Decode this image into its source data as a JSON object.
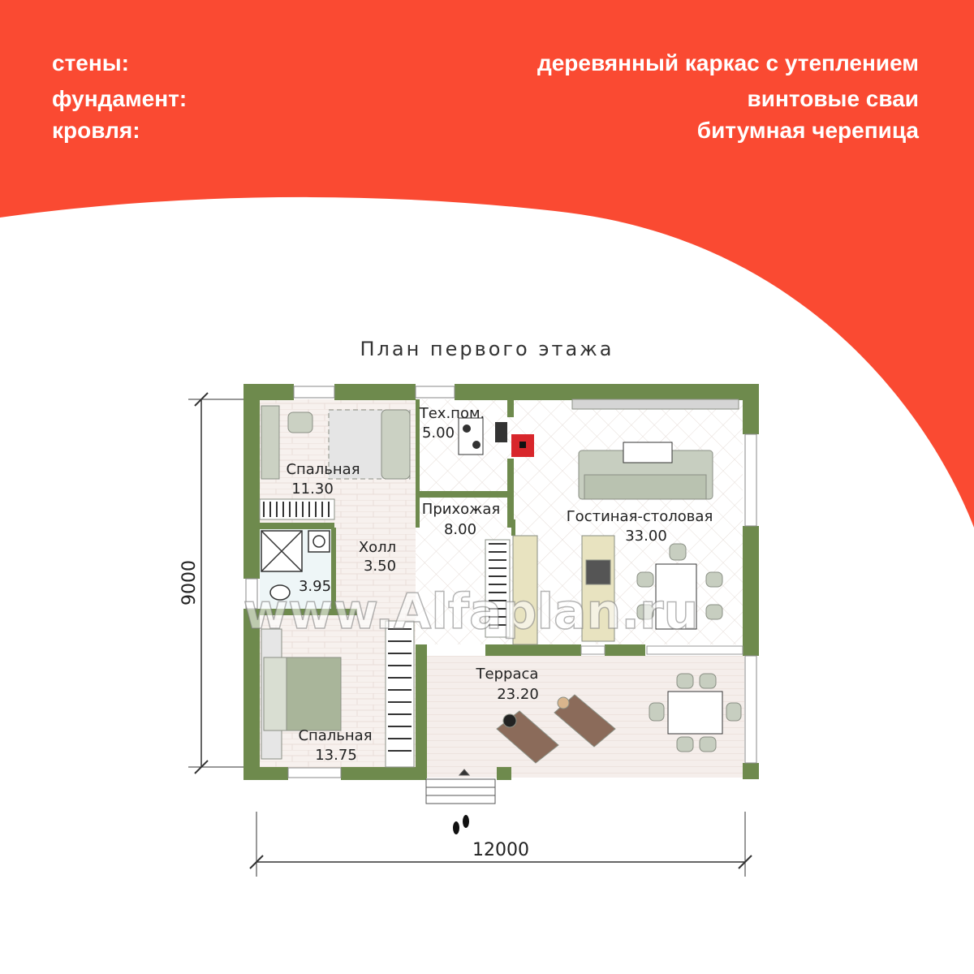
{
  "specs": {
    "walls_label": "стены:",
    "foundation_label": "фундамент:",
    "roof_label": "кровля:",
    "walls_value": "деревянный каркас с утеплением",
    "foundation_value": "винтовые сваи",
    "roof_value": "битумная черепица"
  },
  "colors": {
    "accent": "#FA4A32",
    "wall": "#6E8A4D",
    "floor_tile": "#EDE6E2",
    "furniture": "#C7CEC0"
  },
  "plan": {
    "title": "План первого этажа",
    "dim_width": "12000",
    "dim_height": "9000",
    "watermark": "www.Alfaplan.ru",
    "rooms": {
      "bedroom1_name": "Спальная",
      "bedroom1_area": "11.30",
      "tech_name": "Тех.пом.",
      "tech_area": "5.00",
      "hall_entry_name": "Прихожая",
      "hall_entry_area": "8.00",
      "living_name": "Гостиная-столовая",
      "living_area": "33.00",
      "holl_name": "Холл",
      "holl_area": "3.50",
      "bath_area": "3.95",
      "terrace_name": "Терраса",
      "terrace_area": "23.20",
      "bedroom2_name": "Спальная",
      "bedroom2_area": "13.75"
    }
  }
}
